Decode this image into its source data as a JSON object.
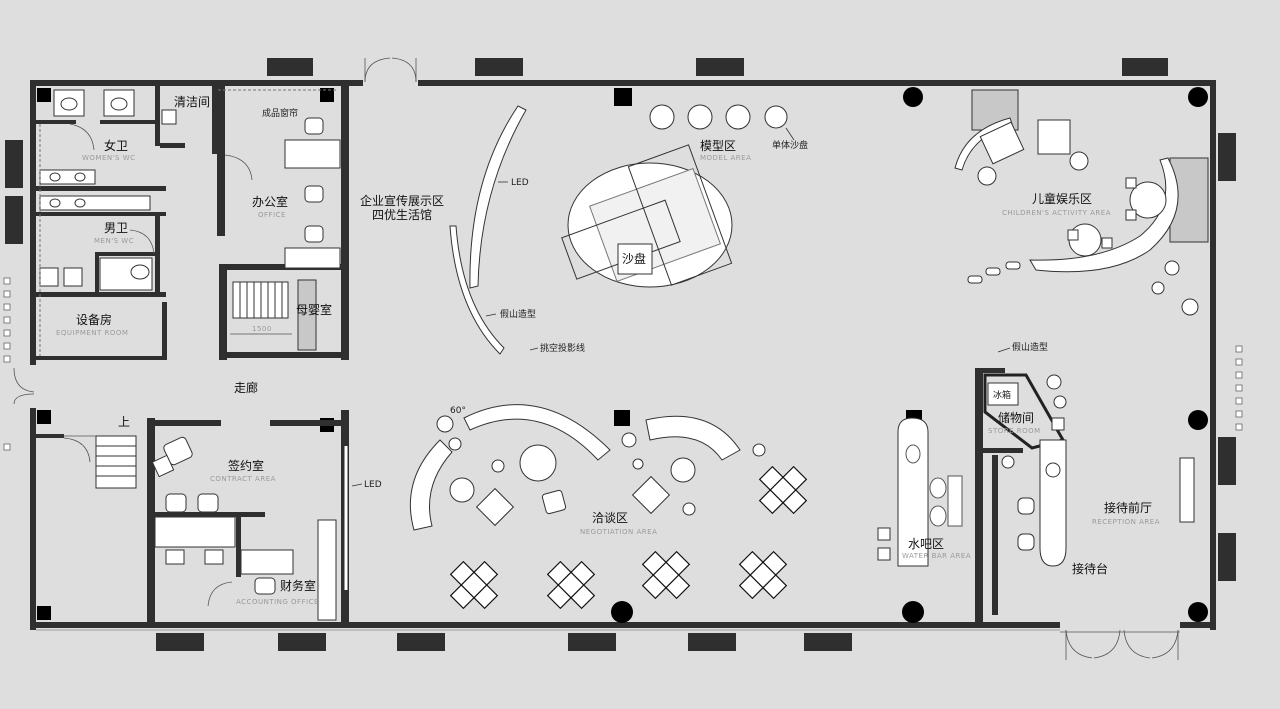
{
  "rooms": {
    "cleaning": "清洁间",
    "women_wc": "女卫",
    "women_wc_sub": "WOMEN'S WC",
    "men_wc": "男卫",
    "men_wc_sub": "MEN'S WC",
    "equipment": "设备房",
    "equipment_sub": "EQUIPMENT ROOM",
    "product_window": "成品窗帘",
    "office": "办公室",
    "office_sub": "OFFICE",
    "nursery": "母婴室",
    "exhibit_1": "企业宣传展示区",
    "exhibit_2": "四优生活馆",
    "model_area": "模型区",
    "model_area_sub": "MODEL AREA",
    "single_sand": "单体沙盘",
    "sand_table": "沙盘",
    "kids": "儿童娱乐区",
    "kids_sub": "CHILDREN'S ACTIVITY AREA",
    "corridor": "走廊",
    "contract": "签约室",
    "contract_sub": "CONTRACT AREA",
    "finance": "财务室",
    "finance_sub": "ACCOUNTING OFFICE",
    "negotiation": "洽谈区",
    "negotiation_sub": "NEGOTIATION AREA",
    "water_bar": "水吧区",
    "water_bar_sub": "WATER BAR AREA",
    "storage": "储物间",
    "storage_sub": "STORE ROOM",
    "fridge": "冰箱",
    "reception_hall": "接待前厅",
    "reception_hall_sub": "RECEPTION AREA",
    "reception_desk": "接待台"
  },
  "notes": {
    "led_1": "LED",
    "led_2": "LED",
    "rockery_1": "假山造型",
    "rockery_2": "假山造型",
    "projection": "挑空投影线",
    "angle": "60°",
    "up": "上",
    "stair_mark": "1500"
  },
  "colors": {
    "background": "#dedede",
    "wall": "#2f2f2f",
    "column": "#000000",
    "furniture": "#ffffff"
  }
}
